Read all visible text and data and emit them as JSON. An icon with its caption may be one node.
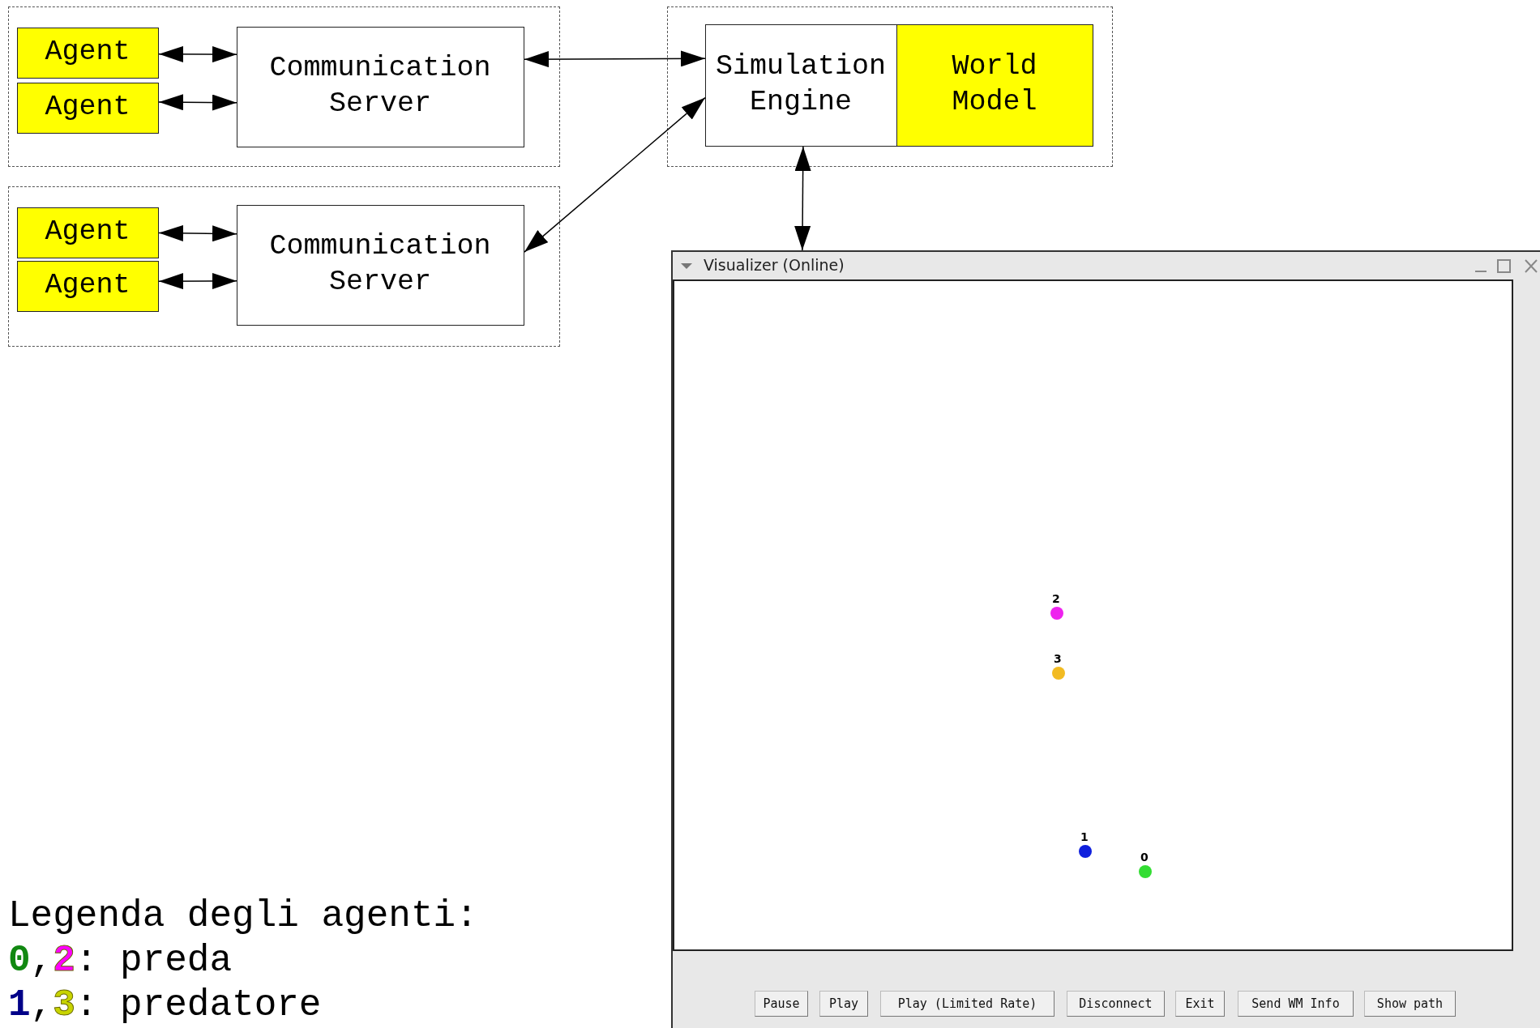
{
  "diagram": {
    "nodes": [
      {
        "text": [],
        "shape": "box"
      },
      {
        "text": [
          "Agent"
        ],
        "in": 0
      },
      {
        "text": [
          "Agent"
        ],
        "in": 0
      },
      {
        "text": [
          "Communication Server"
        ],
        "in": 0
      },
      {
        "text": [],
        "shape": "box"
      },
      {
        "text": [
          "Agent"
        ],
        "in": 4
      },
      {
        "text": [
          "Agent"
        ],
        "in": 4
      },
      {
        "text": [
          "Communication Server"
        ],
        "in": 4
      },
      {
        "text": [],
        "shape": "box"
      },
      {
        "text": [
          "Simulation Engine"
        ],
        "in": 8
      },
      {
        "text": [
          "World Model"
        ],
        "in": 8
      },
      {
        "text": [
          "Visualizer (Online)"
        ]
      }
    ],
    "edges": [
      {
        "from": 1,
        "to": 3,
        "arrow": "both"
      },
      {
        "from": 2,
        "to": 3,
        "arrow": "both"
      },
      {
        "from": 5,
        "to": 7,
        "arrow": "both"
      },
      {
        "from": 6,
        "to": 7,
        "arrow": "both"
      },
      {
        "from": 3,
        "to": 9,
        "arrow": "both"
      },
      {
        "from": 7,
        "to": 9,
        "arrow": "both"
      },
      {
        "from": 9,
        "to": 11,
        "arrow": "both"
      }
    ],
    "labels": [
      "2",
      "3",
      "1",
      "0",
      "Legenda degli agenti:",
      "0,2: preda",
      "1,3: predatore",
      "Pause",
      "Play",
      "Play (Limited Rate)",
      "Disconnect",
      "Exit",
      "Send WM Info",
      "Show path"
    ]
  }
}
